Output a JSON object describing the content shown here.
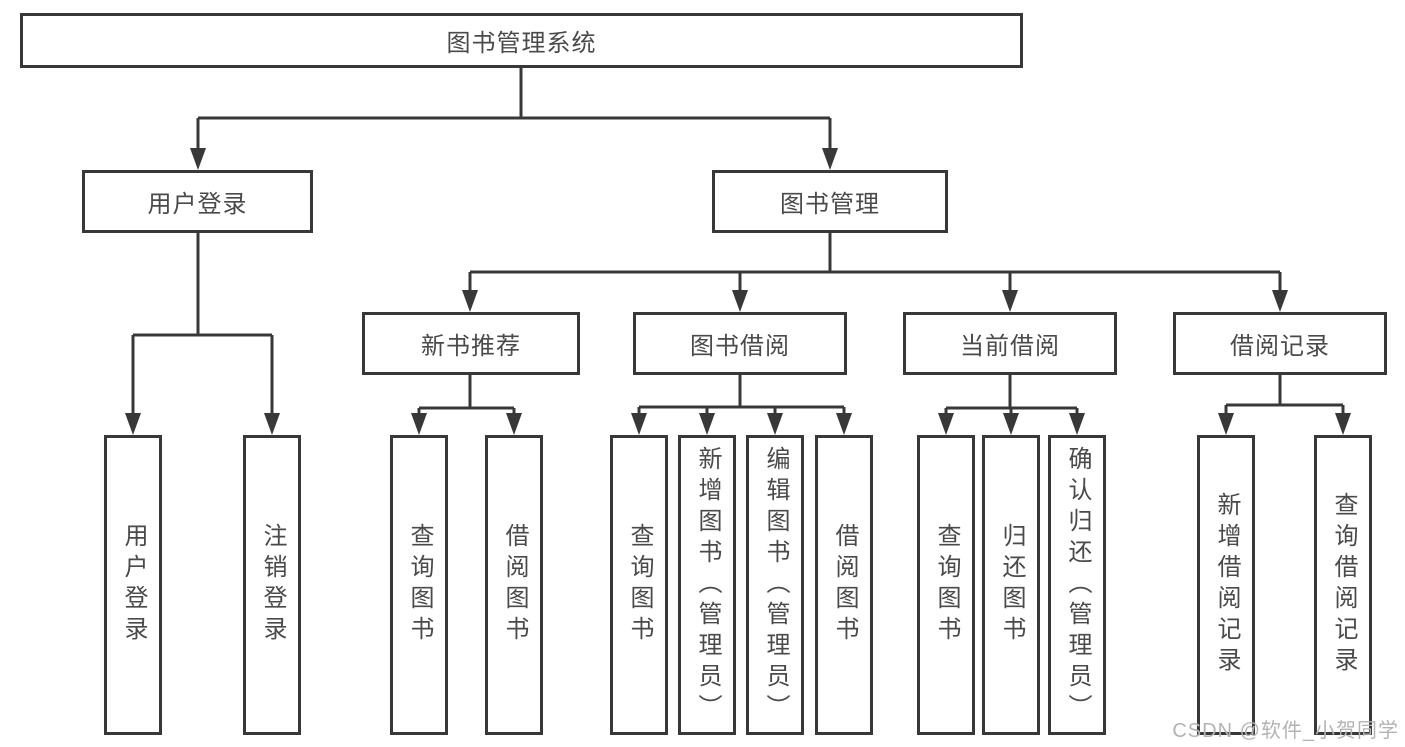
{
  "tree": {
    "label": "图书管理系统",
    "children": [
      {
        "label": "用户登录",
        "children": [
          {
            "label": "用户登录"
          },
          {
            "label": "注销登录"
          }
        ]
      },
      {
        "label": "图书管理",
        "children": [
          {
            "label": "新书推荐",
            "children": [
              {
                "label": "查询图书"
              },
              {
                "label": "借阅图书"
              }
            ]
          },
          {
            "label": "图书借阅",
            "children": [
              {
                "label": "查询图书"
              },
              {
                "label": "新增图书（管理员）"
              },
              {
                "label": "编辑图书（管理员）"
              },
              {
                "label": "借阅图书"
              }
            ]
          },
          {
            "label": "当前借阅",
            "children": [
              {
                "label": "查询图书"
              },
              {
                "label": "归还图书"
              },
              {
                "label": "确认归还（管理员）"
              }
            ]
          },
          {
            "label": "借阅记录",
            "children": [
              {
                "label": "新增借阅记录"
              },
              {
                "label": "查询借阅记录"
              }
            ]
          }
        ]
      }
    ]
  },
  "watermark": {
    "text": "CSDN @软件_小贺同学"
  },
  "colors": {
    "line": "#383838",
    "text": "#4a4a4a",
    "watermark": "#b3b3b3",
    "background": "#ffffff"
  }
}
